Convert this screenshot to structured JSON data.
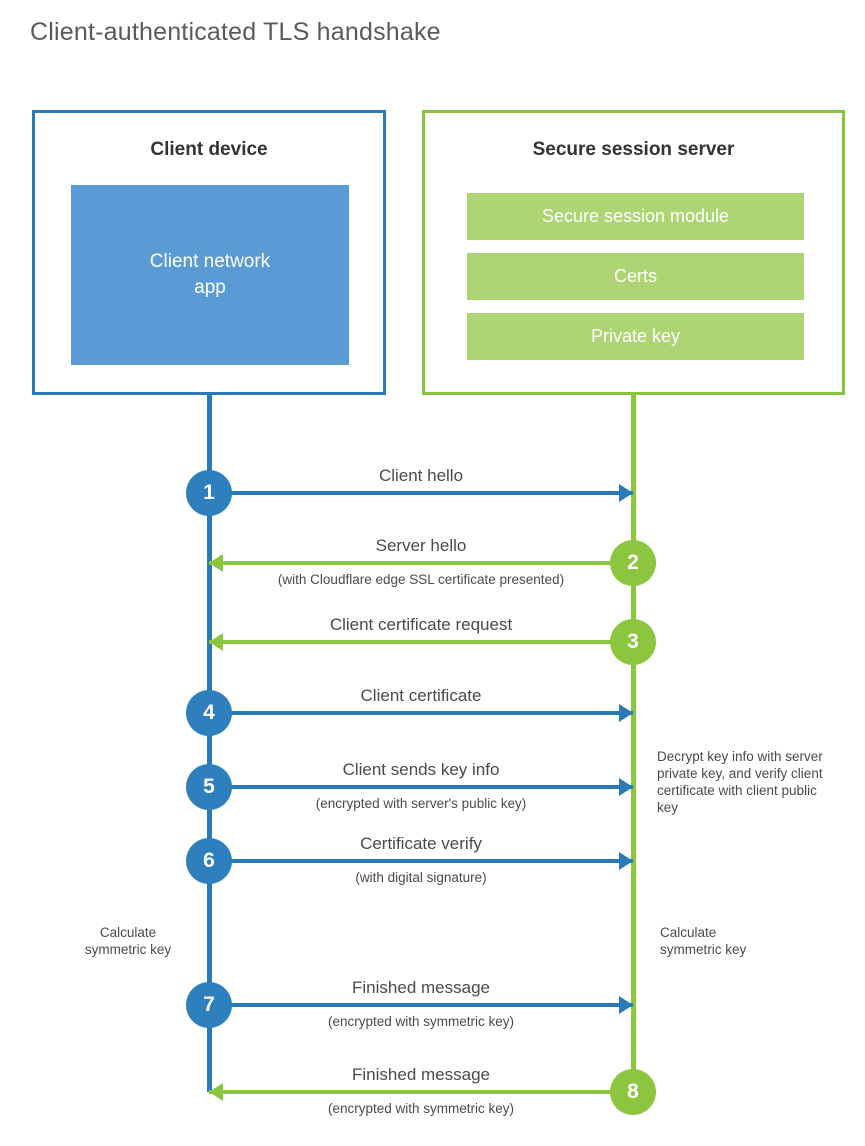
{
  "title": "Client-authenticated TLS handshake",
  "colors": {
    "blue_border": "#2a7ab9",
    "blue_fill": "#5b9bd5",
    "blue_circle": "#2d7fbe",
    "green_border": "#86c440",
    "green_fill": "#aed573",
    "green_line": "#8cc63f",
    "text": "#4a4a4a",
    "background": "#ffffff"
  },
  "client": {
    "title": "Client device",
    "app_label": "Client network\napp"
  },
  "server": {
    "title": "Secure session server",
    "items": [
      {
        "label": "Secure session module"
      },
      {
        "label": "Certs"
      },
      {
        "label": "Private key"
      }
    ]
  },
  "steps": [
    {
      "number": "1",
      "label": "Client hello",
      "sublabel": "",
      "direction": "client-to-server",
      "color": "blue"
    },
    {
      "number": "2",
      "label": "Server hello",
      "sublabel": "(with Cloudflare edge SSL certificate presented)",
      "direction": "server-to-client",
      "color": "green"
    },
    {
      "number": "3",
      "label": "Client certificate request",
      "sublabel": "",
      "direction": "server-to-client",
      "color": "green"
    },
    {
      "number": "4",
      "label": "Client certificate",
      "sublabel": "",
      "direction": "client-to-server",
      "color": "blue"
    },
    {
      "number": "5",
      "label": "Client sends key info",
      "sublabel": "(encrypted with server's public key)",
      "direction": "client-to-server",
      "color": "blue"
    },
    {
      "number": "6",
      "label": "Certificate verify",
      "sublabel": "(with digital signature)",
      "direction": "client-to-server",
      "color": "blue"
    },
    {
      "number": "7",
      "label": "Finished message",
      "sublabel": "(encrypted with symmetric key)",
      "direction": "client-to-server",
      "color": "blue"
    },
    {
      "number": "8",
      "label": "Finished message",
      "sublabel": "(encrypted with symmetric key)",
      "direction": "server-to-client",
      "color": "green"
    }
  ],
  "notes": {
    "decrypt": "Decrypt key info with server private key, and verify client certificate with client public key",
    "calculate_client": "Calculate\nsymmetric key",
    "calculate_server": "Calculate\nsymmetric key"
  }
}
